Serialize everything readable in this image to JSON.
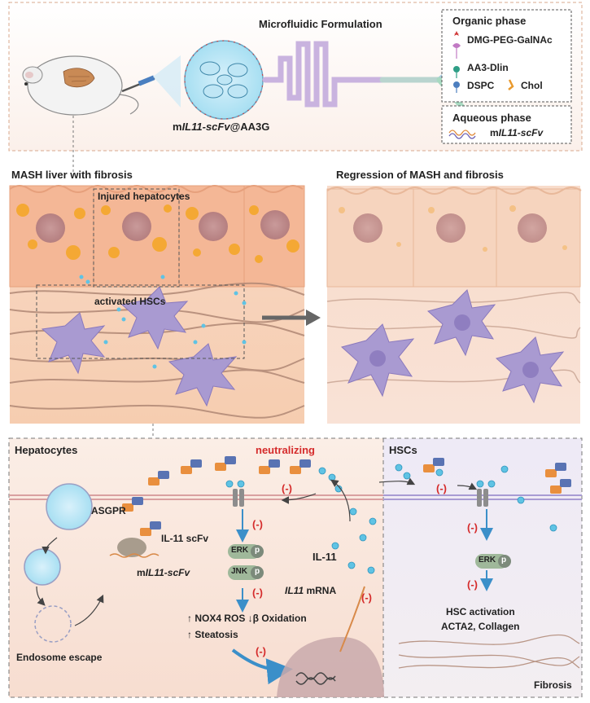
{
  "top": {
    "title": "Microfluidic Formulation",
    "nanoparticle_label_prefix": "m",
    "nanoparticle_label_italic": "IL11-scFv",
    "nanoparticle_label_suffix": "@AA3G",
    "organic_title": "Organic phase",
    "organic_items": [
      "DMG-PEG-GalNAc",
      "AA3-Dlin",
      "DSPC",
      "Chol"
    ],
    "aqueous_title": "Aqueous phase",
    "aqueous_item_prefix": "m",
    "aqueous_item_italic": "IL11-scFv"
  },
  "middle": {
    "left_title": "MASH liver with fibrosis",
    "right_title": "Regression of MASH and fibrosis",
    "injured_label": "Injured hepatocytes",
    "hsc_label": "activated HSCs"
  },
  "bottom": {
    "hepatocytes_title": "Hepatocytes",
    "hscs_title": "HSCs",
    "neutralizing": "neutralizing",
    "asgpr": "ASGPR",
    "scfv": "IL-11 scFv",
    "mrna_prefix": "m",
    "mrna_italic": "IL11-scFv",
    "endosome": "Endosome escape",
    "erk": "ERK",
    "jnk": "JNK",
    "p": "p",
    "il11": "IL-11",
    "il11_mrna_italic": "IL11",
    "il11_mrna_suffix": " mRNA",
    "effects_1": "↑ NOX4 ROS ↓β Oxidation",
    "effects_2": "↑ Steatosis",
    "minus": "(-)",
    "hsc_erk": "ERK",
    "hsc_activation": "HSC activation",
    "collagen": "ACTA2, Collagen",
    "fibrosis": "Fibrosis"
  },
  "colors": {
    "red": "#d52b2b",
    "hepatocyte": "#f2c3a3",
    "hsc": "#a99ad1",
    "cyan": "#5fc3e4",
    "orange": "#e98f3e",
    "blue": "#5973b3",
    "arrow": "#3b8fc9"
  }
}
